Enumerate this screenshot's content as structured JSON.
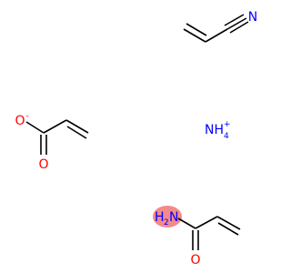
{
  "molecules": [
    {
      "atoms": [
        {
          "label": "N",
          "color": "#0000ff"
        }
      ]
    },
    {
      "atoms": [
        {
          "label": "O",
          "charge": "-",
          "color": "#ff0000"
        },
        {
          "label": "O",
          "color": "#ff0000"
        }
      ]
    },
    {
      "ion": {
        "label": "NH",
        "subscript": "4",
        "charge": "+",
        "color": "#0000ff"
      }
    },
    {
      "atoms": [
        {
          "label": "H",
          "subscript": "2",
          "label2": "N",
          "color": "#0000ff",
          "highlight": "#f58a8a"
        },
        {
          "label": "O",
          "color": "#ff0000"
        }
      ]
    }
  ]
}
